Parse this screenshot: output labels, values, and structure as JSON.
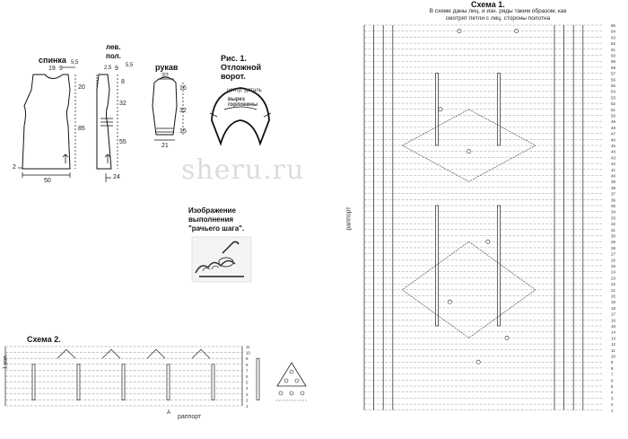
{
  "watermark": "sheru.ru",
  "pattern_pieces": {
    "back": {
      "label": "спинка",
      "dims": [
        "19",
        "9",
        "5,5",
        "20",
        "85",
        "50"
      ],
      "edge_mark": "2"
    },
    "left_front": {
      "label": "лев. пол.",
      "dims": [
        "2,5",
        "9",
        "5,5",
        "8",
        "32",
        "55",
        "24"
      ]
    },
    "sleeve": {
      "label": "рукав",
      "dims": [
        "32",
        "16",
        "32",
        "15",
        "21"
      ]
    }
  },
  "collar": {
    "title": "Рис. 1. Отложной ворот.",
    "center_label": "центр. деталь",
    "neck_label": "вырез горловины"
  },
  "crab_stitch": {
    "title": "Изображение выполнения \"рачьего шага\"."
  },
  "scheme1": {
    "title": "Схема 1.",
    "note": "В схеме даны лиц. и изн. ряды таким образом, как смотрят петли с лиц. стороны полотна",
    "rapport_label": "раппорт",
    "row_numbers": [
      "65",
      "64",
      "63",
      "62",
      "61",
      "60",
      "59",
      "58",
      "57",
      "56",
      "55",
      "54",
      "53",
      "52",
      "51",
      "50",
      "49",
      "48",
      "47",
      "46",
      "45",
      "44",
      "43",
      "42",
      "41",
      "40",
      "39",
      "38",
      "37",
      "36",
      "35",
      "34",
      "33",
      "32",
      "31",
      "30",
      "29",
      "28",
      "27",
      "26",
      "25",
      "24",
      "23",
      "22",
      "21",
      "20",
      "19",
      "18",
      "17",
      "16",
      "15",
      "14",
      "13",
      "12",
      "11",
      "10",
      "9",
      "8",
      "7",
      "6",
      "5",
      "4",
      "3",
      "2",
      "1"
    ]
  },
  "scheme2": {
    "title": "Схема 2.",
    "rapport_label": "раппорт",
    "side_label": "1 рап.",
    "row_numbers": [
      "11",
      "10",
      "9",
      "8",
      "7",
      "6",
      "5",
      "4",
      "3",
      "2",
      "1"
    ],
    "arrow_mark": "А"
  }
}
